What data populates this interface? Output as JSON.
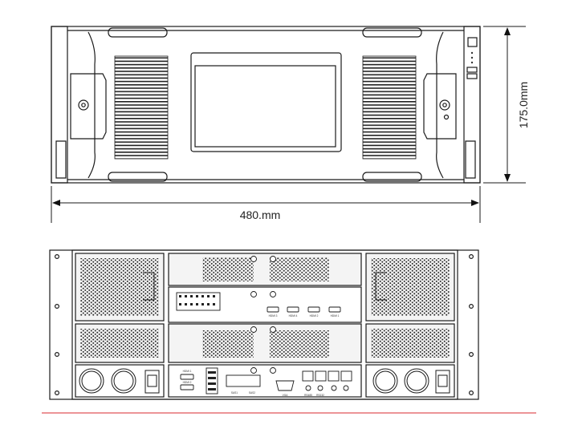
{
  "dimensions": {
    "width_label": "480.mm",
    "height_label": "175.0mm"
  },
  "rear_panel": {
    "hdmi_labels": [
      "HDMI 3",
      "HDMI 4",
      "HDMI 2",
      "HDMI 1"
    ],
    "top_port_labels": [
      "HDMI 1",
      "HDMI 2"
    ],
    "esata_labels": [
      "SAS1",
      "SAS2"
    ],
    "vga_label": "VGA",
    "serial_labels": [
      "RS485",
      "RS232"
    ]
  },
  "colors": {
    "line": "#1a1a1a",
    "panel_fill": "#f4f4f4",
    "divider": "#d9282f"
  }
}
